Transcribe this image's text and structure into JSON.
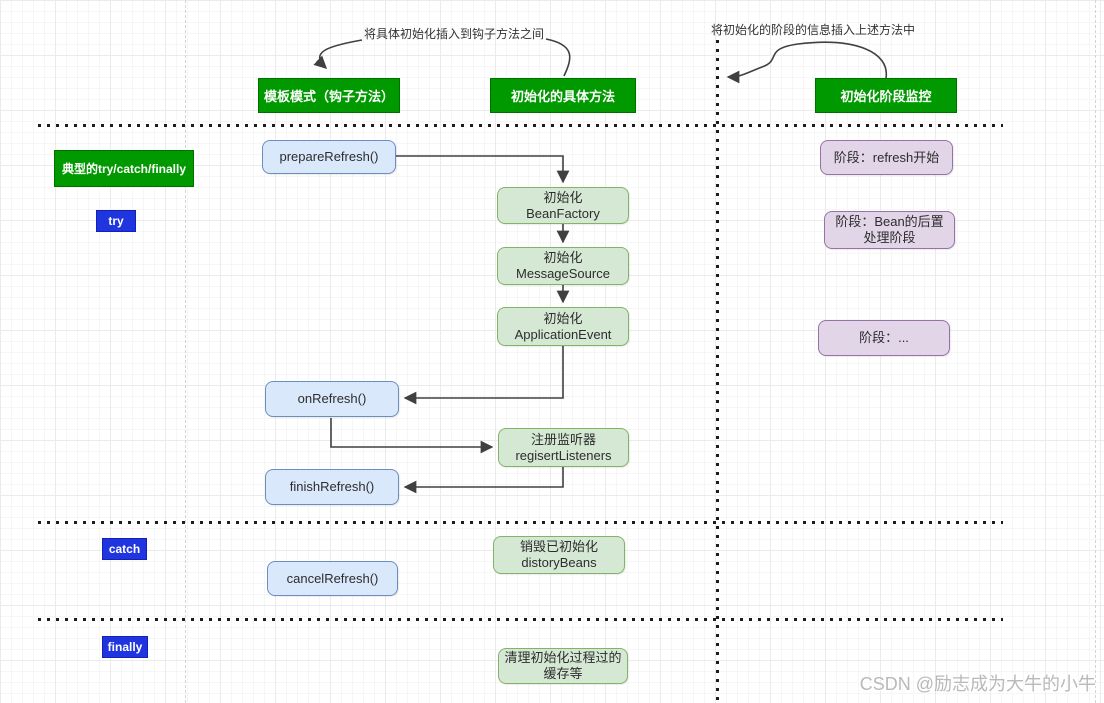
{
  "notes": {
    "hook_note": "将具体初始化插入到钩子方法之间",
    "phase_note": "将初始化的阶段的信息插入上述方法中"
  },
  "headers": {
    "template": "模板模式（钩子方法）",
    "concrete": "初始化的具体方法",
    "monitor": "初始化阶段监控"
  },
  "legend": {
    "title": "典型的try/catch/finally",
    "try_label": "try",
    "catch_label": "catch",
    "finally_label": "finally"
  },
  "hooks": {
    "prepare": "prepareRefresh()",
    "on_refresh": "onRefresh()",
    "finish": "finishRefresh()",
    "cancel": "cancelRefresh()"
  },
  "steps": {
    "bean_factory": {
      "line1": "初始化",
      "line2": "BeanFactory"
    },
    "message_source": {
      "line1": "初始化",
      "line2": "MessageSource"
    },
    "application_event": {
      "line1": "初始化",
      "line2": "ApplicationEvent"
    },
    "register_listeners": {
      "line1": "注册监听器",
      "line2": "regisertListeners"
    },
    "destroy_beans": {
      "line1": "销毁已初始化",
      "line2": "distoryBeans"
    },
    "clear_cache": {
      "line1": "清理初始化过程过的",
      "line2": "缓存等"
    }
  },
  "phases": {
    "refresh_start": "阶段：refresh开始",
    "bean_post": {
      "line1": "阶段：Bean的后置",
      "line2": "处理阶段"
    },
    "ellipsis": "阶段：..."
  },
  "watermark": "CSDN @励志成为大牛的小牛",
  "colors": {
    "header_green": "#009a00",
    "header_green_border": "#007000",
    "label_blue": "#1f35e0",
    "node_blue_fill": "#dae8fc",
    "node_blue_border": "#6c8ebf",
    "node_green_fill": "#d5e8d4",
    "node_green_border": "#82b366",
    "node_purple_fill": "#e1d5e7",
    "node_purple_border": "#9673a6"
  }
}
